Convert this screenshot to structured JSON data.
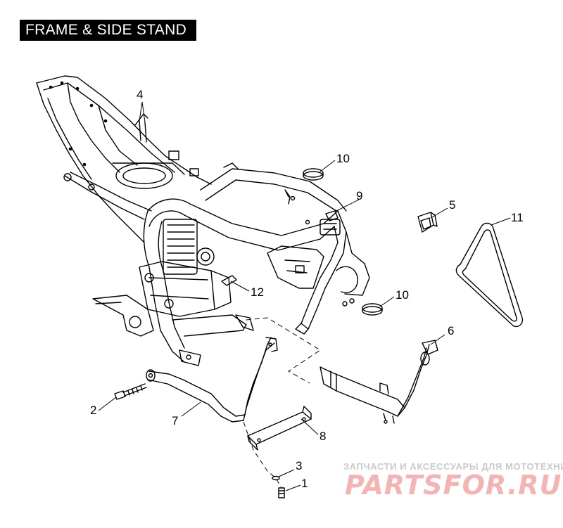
{
  "title": "FRAME & SIDE STAND",
  "callouts": [
    {
      "id": "c1",
      "text": "1"
    },
    {
      "id": "c2",
      "text": "2"
    },
    {
      "id": "c3",
      "text": "3"
    },
    {
      "id": "c4",
      "text": "4"
    },
    {
      "id": "c5",
      "text": "5"
    },
    {
      "id": "c6",
      "text": "6"
    },
    {
      "id": "c7",
      "text": "7"
    },
    {
      "id": "c8",
      "text": "8"
    },
    {
      "id": "c9",
      "text": "9"
    },
    {
      "id": "c10a",
      "text": "10"
    },
    {
      "id": "c10b",
      "text": "10"
    },
    {
      "id": "c11",
      "text": "11"
    },
    {
      "id": "c12",
      "text": "12"
    }
  ],
  "watermark": {
    "tagline": "ЗАПЧАСТИ И АКСЕССУАРЫ ДЛЯ МОТОТЕХНИКИ",
    "logo": "PARTSFOR.RU"
  }
}
